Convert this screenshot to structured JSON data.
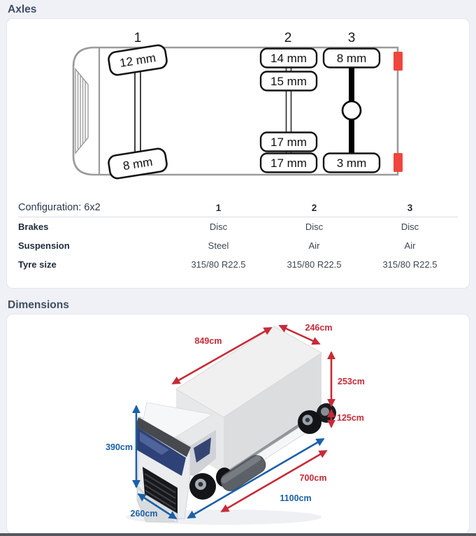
{
  "page": {
    "background": "#eff1f6",
    "bottom_bar_color": "#56575f"
  },
  "colors": {
    "title_text": "#414d63",
    "dimension_red": "#c62b38",
    "dimension_blue": "#1b5fa8",
    "chassis_marker_red": "#f0453d",
    "diagram_outline": "#9b9b9b"
  },
  "axles": {
    "title": "Axles",
    "diagram": {
      "axle_numbers": [
        "1",
        "2",
        "3"
      ],
      "axle1": {
        "top": "12 mm",
        "bottom": "8 mm"
      },
      "axle2": {
        "top_outer": "14 mm",
        "top_inner": "15 mm",
        "bottom_inner": "17 mm",
        "bottom_outer": "17 mm"
      },
      "axle3": {
        "top": "8 mm",
        "bottom": "3 mm"
      }
    },
    "table": {
      "header": "Configuration: 6x2",
      "columns": [
        "1",
        "2",
        "3"
      ],
      "rows": [
        {
          "label": "Brakes",
          "values": [
            "Disc",
            "Disc",
            "Disc"
          ]
        },
        {
          "label": "Suspension",
          "values": [
            "Steel",
            "Air",
            "Air"
          ]
        },
        {
          "label": "Tyre size",
          "values": [
            "315/80 R22.5",
            "315/80 R22.5",
            "315/80 R22.5"
          ]
        }
      ]
    }
  },
  "dimensions": {
    "title": "Dimensions",
    "labels": {
      "box_length": "849cm",
      "box_width": "246cm",
      "box_height": "253cm",
      "loading_height": "125cm",
      "total_height": "390cm",
      "total_width": "260cm",
      "load_length": "700cm",
      "total_length": "1100cm"
    }
  }
}
